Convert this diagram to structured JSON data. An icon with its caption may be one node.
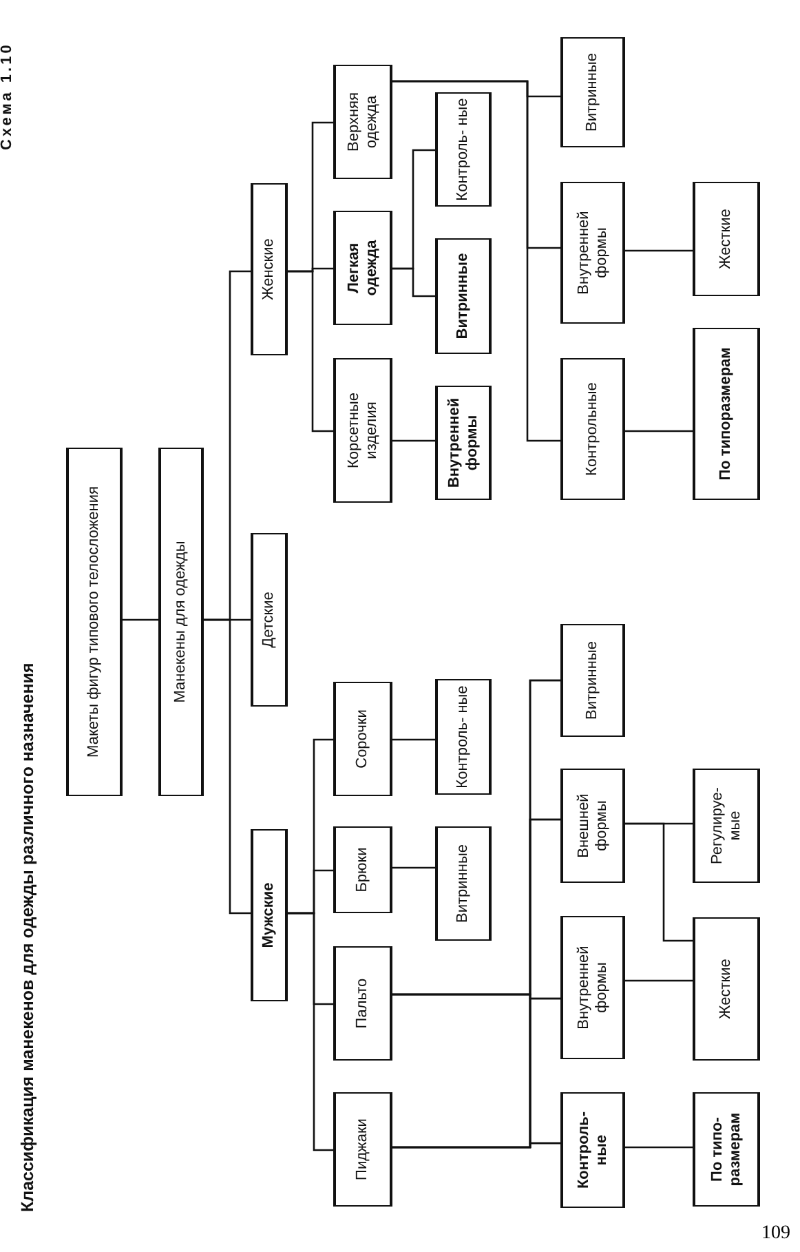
{
  "diagram": {
    "title": "Классификация манекенов для одежды различного назначения",
    "nodes": [
      {
        "text": [
          "Макеты фигур типового телосложения"
        ]
      },
      {
        "text": [
          "Манекены для одежды"
        ]
      },
      {
        "text": [
          "Мужские"
        ]
      },
      {
        "text": [
          "Детские"
        ]
      },
      {
        "text": [
          "Женские"
        ]
      },
      {
        "text": [
          "Пиджаки"
        ]
      },
      {
        "text": [
          "Пальто"
        ]
      },
      {
        "text": [
          "Брюки"
        ]
      },
      {
        "text": [
          "Сорочки"
        ]
      },
      {
        "text": [
          "Корсетные изделия"
        ]
      },
      {
        "text": [
          "Легкая одежда"
        ]
      },
      {
        "text": [
          "Верхняя одежда"
        ]
      },
      {
        "text": [
          "Витринные"
        ]
      },
      {
        "text": [
          "Контроль- ные"
        ]
      },
      {
        "text": [
          "Внутренней формы"
        ]
      },
      {
        "text": [
          "Витринные"
        ]
      },
      {
        "text": [
          "Контроль- ные"
        ]
      },
      {
        "text": [
          "Контроль- ные"
        ]
      },
      {
        "text": [
          "Внутренней формы"
        ]
      },
      {
        "text": [
          "Внешней формы"
        ]
      },
      {
        "text": [
          "Витринные"
        ]
      },
      {
        "text": [
          "Контрольные"
        ]
      },
      {
        "text": [
          "Внутренней формы"
        ]
      },
      {
        "text": [
          "Витринные"
        ]
      },
      {
        "text": [
          "По типо- размерам"
        ]
      },
      {
        "text": [
          "Жесткие"
        ]
      },
      {
        "text": [
          "Регулируе- мые"
        ]
      },
      {
        "text": [
          "По типоразмерам"
        ]
      },
      {
        "text": [
          "Жесткие"
        ]
      }
    ],
    "edges": [
      {
        "from": 0,
        "to": 1,
        "arrow": "none"
      },
      {
        "from": 1,
        "to": 2,
        "arrow": "none"
      },
      {
        "from": 1,
        "to": 3,
        "arrow": "none"
      },
      {
        "from": 1,
        "to": 4,
        "arrow": "none"
      },
      {
        "from": 2,
        "to": 5,
        "arrow": "none"
      },
      {
        "from": 2,
        "to": 6,
        "arrow": "none"
      },
      {
        "from": 2,
        "to": 7,
        "arrow": "none"
      },
      {
        "from": 2,
        "to": 8,
        "arrow": "none"
      },
      {
        "from": 4,
        "to": 9,
        "arrow": "none"
      },
      {
        "from": 4,
        "to": 10,
        "arrow": "none"
      },
      {
        "from": 4,
        "to": 11,
        "arrow": "none"
      },
      {
        "from": 7,
        "to": 12,
        "arrow": "none"
      },
      {
        "from": 8,
        "to": 13,
        "arrow": "none"
      },
      {
        "from": 9,
        "to": 14,
        "arrow": "none"
      },
      {
        "from": 10,
        "to": 15,
        "arrow": "none"
      },
      {
        "from": 10,
        "to": 16,
        "arrow": "none"
      },
      {
        "from": 5,
        "to": 17,
        "arrow": "none"
      },
      {
        "from": 5,
        "to": 18,
        "arrow": "none"
      },
      {
        "from": 5,
        "to": 19,
        "arrow": "none"
      },
      {
        "from": 5,
        "to": 20,
        "arrow": "none"
      },
      {
        "from": 6,
        "to": 17,
        "arrow": "none"
      },
      {
        "from": 6,
        "to": 18,
        "arrow": "none"
      },
      {
        "from": 6,
        "to": 19,
        "arrow": "none"
      },
      {
        "from": 6,
        "to": 20,
        "arrow": "none"
      },
      {
        "from": 11,
        "to": 21,
        "arrow": "none"
      },
      {
        "from": 11,
        "to": 22,
        "arrow": "none"
      },
      {
        "from": 11,
        "to": 23,
        "arrow": "none"
      },
      {
        "from": 17,
        "to": 24,
        "arrow": "none"
      },
      {
        "from": 18,
        "to": 25,
        "arrow": "none"
      },
      {
        "from": 19,
        "to": 26,
        "arrow": "none"
      },
      {
        "from": 19,
        "to": 25,
        "arrow": "none"
      },
      {
        "from": 21,
        "to": 27,
        "arrow": "none"
      },
      {
        "from": 22,
        "to": 28,
        "arrow": "none"
      }
    ],
    "labels": [
      "Схема 1.10",
      "109"
    ]
  }
}
